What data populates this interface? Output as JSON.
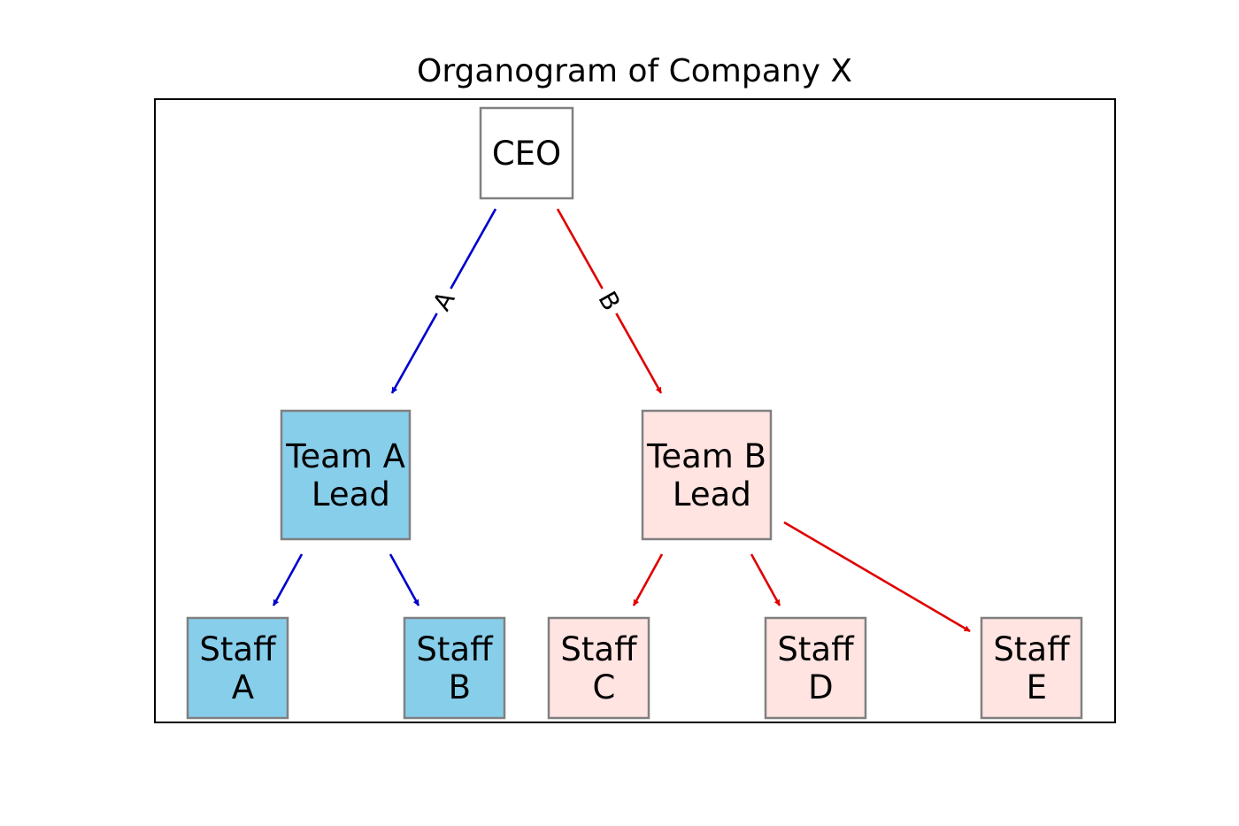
{
  "title": "Organogram of Company X",
  "colors": {
    "team_a": "#87ceeb",
    "team_b": "#ffe4e1",
    "root": "#ffffff",
    "edge_a": "#0000cd",
    "edge_b": "#e00000",
    "node_border": "#808080"
  },
  "nodes": [
    {
      "id": "ceo",
      "lines": [
        "CEO"
      ],
      "group": "root"
    },
    {
      "id": "team-a-lead",
      "lines": [
        "Team A",
        " Lead"
      ],
      "group": "team_a"
    },
    {
      "id": "team-b-lead",
      "lines": [
        "Team B",
        " Lead"
      ],
      "group": "team_b"
    },
    {
      "id": "staff-a",
      "lines": [
        "Staff",
        " A"
      ],
      "group": "team_a"
    },
    {
      "id": "staff-b",
      "lines": [
        "Staff",
        " B"
      ],
      "group": "team_a"
    },
    {
      "id": "staff-c",
      "lines": [
        "Staff",
        " C"
      ],
      "group": "team_b"
    },
    {
      "id": "staff-d",
      "lines": [
        "Staff",
        " D"
      ],
      "group": "team_b"
    },
    {
      "id": "staff-e",
      "lines": [
        "Staff",
        " E"
      ],
      "group": "team_b"
    }
  ],
  "edges": [
    {
      "from": "ceo",
      "to": "team-a-lead",
      "label": "A",
      "color": "edge_a"
    },
    {
      "from": "ceo",
      "to": "team-b-lead",
      "label": "B",
      "color": "edge_b"
    },
    {
      "from": "team-a-lead",
      "to": "staff-a",
      "label": "",
      "color": "edge_a"
    },
    {
      "from": "team-a-lead",
      "to": "staff-b",
      "label": "",
      "color": "edge_a"
    },
    {
      "from": "team-b-lead",
      "to": "staff-c",
      "label": "",
      "color": "edge_b"
    },
    {
      "from": "team-b-lead",
      "to": "staff-d",
      "label": "",
      "color": "edge_b"
    },
    {
      "from": "team-b-lead",
      "to": "staff-e",
      "label": "",
      "color": "edge_b"
    }
  ]
}
